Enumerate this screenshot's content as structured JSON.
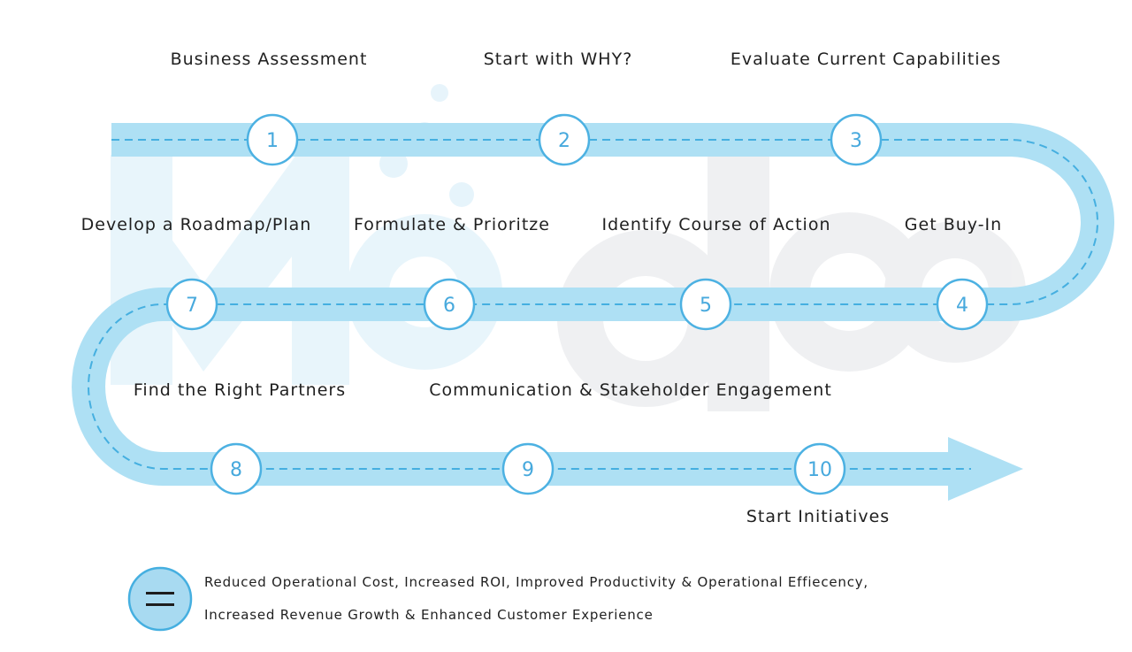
{
  "steps": [
    {
      "num": "1",
      "label": "Business Assessment"
    },
    {
      "num": "2",
      "label": "Start with WHY?"
    },
    {
      "num": "3",
      "label": "Evaluate Current Capabilities"
    },
    {
      "num": "4",
      "label": "Get Buy-In"
    },
    {
      "num": "5",
      "label": "Identify Course of Action"
    },
    {
      "num": "6",
      "label": "Formulate & Prioritze"
    },
    {
      "num": "7",
      "label": "Develop a Roadmap/Plan"
    },
    {
      "num": "8",
      "label": "Find the Right Partners"
    },
    {
      "num": "9",
      "label": "Communication & Stakeholder Engagement"
    },
    {
      "num": "10",
      "label": "Start Initiatives"
    }
  ],
  "outcome": {
    "symbol": "=",
    "line1": "Reduced Operational Cost, Increased ROI, Improved Productivity & Operational Effiecency,",
    "line2": "Increased Revenue Growth & Enhanced Customer Experience"
  },
  "watermark": "Mobiloitte",
  "colors": {
    "road": "#aee0f4",
    "dash": "#45afe0",
    "circle_stroke": "#4cb1e2",
    "number": "#47a9dd",
    "watermark_blue": "#e3f3fb",
    "watermark_gray": "#eeeff1"
  }
}
